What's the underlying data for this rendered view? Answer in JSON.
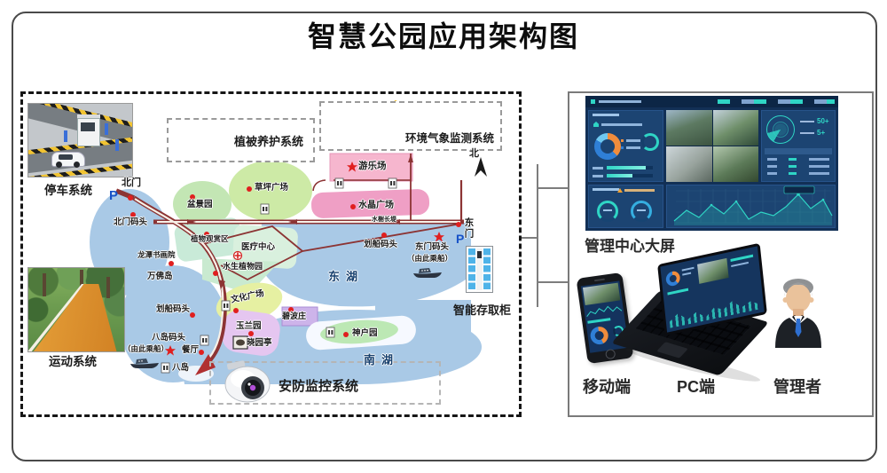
{
  "title": "智慧公园应用架构图",
  "park": {
    "systems": {
      "parking": "停车系统",
      "vegetation": "植被养护系统",
      "weather": "环境气象监测系统",
      "security": "安防监控系统",
      "sports": "运动系统",
      "locker": "智能存取柜"
    },
    "map": {
      "north_gate": "北门",
      "p_north": "P",
      "north_dock": "北门码头",
      "bonsai_garden": "盆景园",
      "lawn_plaza": "草坪广场",
      "playground": "游乐场",
      "crystal_plaza": "水晶广场",
      "causeway": "水榭长堤",
      "east_gate": "东门",
      "p_east": "P",
      "east_dock": "东门码头",
      "board_note_east": "（由此乘船）",
      "boat_dock_east": "划船码头",
      "east_lake": "东湖",
      "plant_area": "植物观赏区",
      "medical_center": "医疗中心",
      "aquatic_garden": "水生植物园",
      "longtan_academy": "龙潭书画院",
      "wanfo_island": "万佛岛",
      "boat_dock_west": "划船码头",
      "culture_plaza": "文化广场",
      "yulan_garden": "玉兰园",
      "xiaoyuan_pavilion": "晓园亭",
      "bibo_villa": "碧波庄",
      "shenhu_garden": "神户园",
      "south_lake": "南湖",
      "eight_dock": "八岛码头",
      "board_note_south": "（由此乘船）",
      "restaurant": "餐厅",
      "eight_island": "八岛",
      "compass_north": "北"
    }
  },
  "management": {
    "screen_label": "管理中心大屏",
    "dashboard_stats": {
      "stat_large": "50+",
      "stat_small": "5+"
    },
    "devices": {
      "mobile": "移动端",
      "pc": "PC端",
      "manager": "管理者"
    }
  },
  "colors": {
    "water": "#a9c9e6",
    "road": "#8c3434",
    "marker_red": "#e01f1f",
    "dashboard_bg": "#123056",
    "teal": "#2fd5c5",
    "orange": "#f08c3c"
  }
}
